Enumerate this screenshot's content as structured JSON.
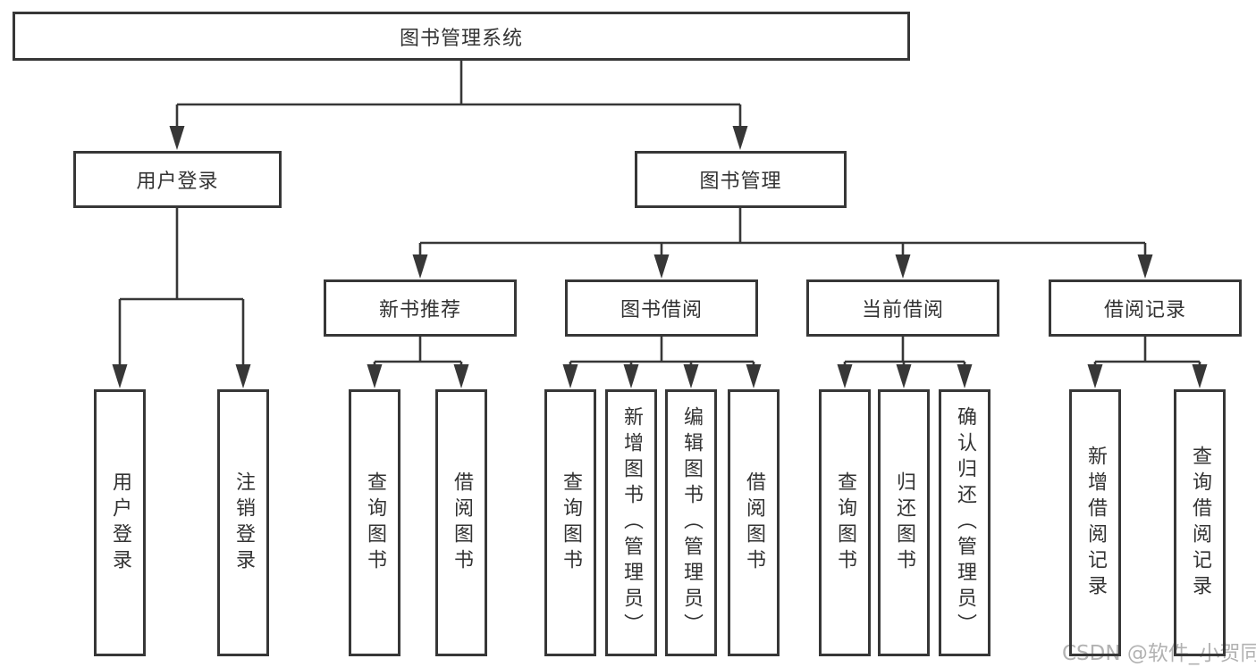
{
  "diagram": {
    "title": "图书管理系统",
    "nodes": {
      "root": {
        "label": "图书管理系统"
      },
      "level2": [
        {
          "label": "用户登录"
        },
        {
          "label": "图书管理"
        }
      ],
      "level3": [
        {
          "label": "新书推荐"
        },
        {
          "label": "图书借阅"
        },
        {
          "label": "当前借阅"
        },
        {
          "label": "借阅记录"
        }
      ],
      "leaves": {
        "user_login": [
          "用户登录",
          "注销登录"
        ],
        "new_book_recommend": [
          "查询图书",
          "借阅图书"
        ],
        "book_borrow": [
          "查询图书",
          "新增图书（管理员）",
          "编辑图书（管理员）",
          "借阅图书"
        ],
        "current_borrow": [
          "查询图书",
          "归还图书",
          "确认归还（管理员）"
        ],
        "borrow_records": [
          "新增借阅记录",
          "查询借阅记录"
        ]
      }
    },
    "edges": [
      "图书管理系统 -> 用户登录",
      "图书管理系统 -> 图书管理",
      "用户登录 -> 用户登录(叶)",
      "用户登录 -> 注销登录",
      "图书管理 -> 新书推荐",
      "图书管理 -> 图书借阅",
      "图书管理 -> 当前借阅",
      "图书管理 -> 借阅记录"
    ],
    "colors": {
      "line": "#373737",
      "text": "#333333",
      "box_fill": "#ffffff",
      "background": "#ffffff",
      "watermark": "#b2b2b2"
    }
  },
  "watermark": {
    "text": "CSDN @软件_小贺同学"
  }
}
